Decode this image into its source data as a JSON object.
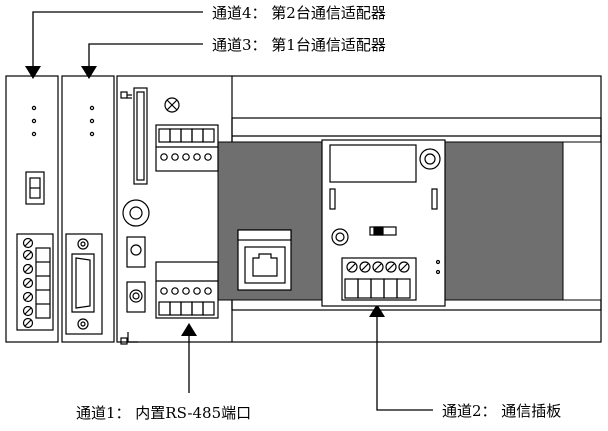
{
  "callouts": {
    "ch4": "通道4：  第2台通信适配器",
    "ch3": "通道3：  第1台通信适配器",
    "ch1": "通道1：  内置RS-485端口",
    "ch2": "通道2：  通信插板"
  },
  "colors": {
    "line": "#000000",
    "background": "#ffffff",
    "panel": "#6f6f6f",
    "text": "#000000"
  }
}
